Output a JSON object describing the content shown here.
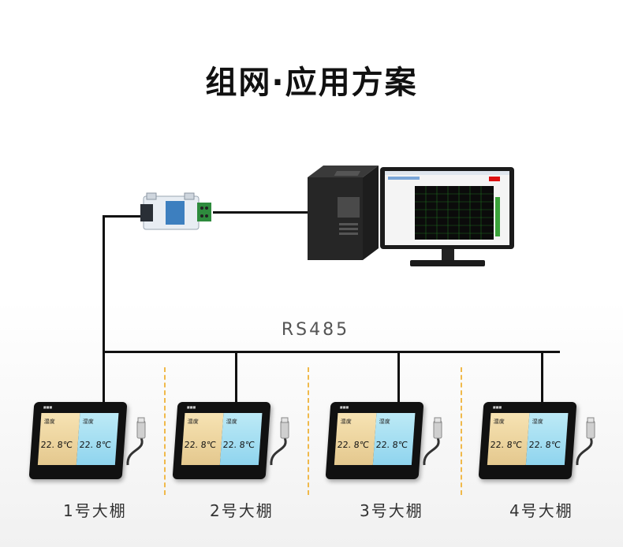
{
  "title": "组网·应用方案",
  "bus_label": "RS485",
  "devices": [
    {
      "label": "1号大棚",
      "temp_label": "温度",
      "hum_label": "湿度",
      "temp": "22. 8℃",
      "hum": "22. 8℃"
    },
    {
      "label": "2号大棚",
      "temp_label": "温度",
      "hum_label": "湿度",
      "temp": "22. 8℃",
      "hum": "22. 8℃"
    },
    {
      "label": "3号大棚",
      "temp_label": "温度",
      "hum_label": "湿度",
      "temp": "22. 8℃",
      "hum": "22. 8℃"
    },
    {
      "label": "4号大棚",
      "temp_label": "温度",
      "hum_label": "湿度",
      "temp": "22. 8℃",
      "hum": "22. 8℃"
    }
  ]
}
